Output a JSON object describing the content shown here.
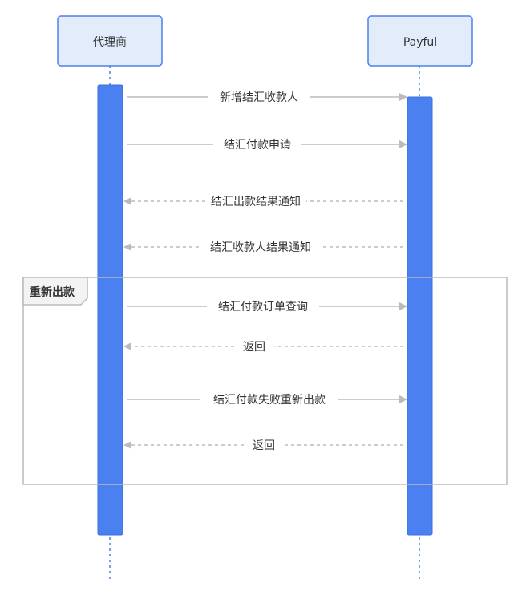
{
  "diagram": {
    "type": "sequence",
    "participants": {
      "left": "代理商",
      "right": "Payful"
    },
    "messages": [
      {
        "label": "新增结汇收款人",
        "from": "代理商",
        "to": "Payful",
        "style": "solid"
      },
      {
        "label": "结汇付款申请",
        "from": "代理商",
        "to": "Payful",
        "style": "solid"
      },
      {
        "label": "结汇出款结果通知",
        "from": "Payful",
        "to": "代理商",
        "style": "dashed"
      },
      {
        "label": "结汇收款人结果通知",
        "from": "Payful",
        "to": "代理商",
        "style": "dashed"
      },
      {
        "label": "结汇付款订单查询",
        "from": "代理商",
        "to": "Payful",
        "style": "solid"
      },
      {
        "label": "返回",
        "from": "Payful",
        "to": "代理商",
        "style": "dashed"
      },
      {
        "label": "结汇付款失败重新出款",
        "from": "代理商",
        "to": "Payful",
        "style": "solid"
      },
      {
        "label": "返回",
        "from": "Payful",
        "to": "代理商",
        "style": "dashed"
      }
    ],
    "fragment": {
      "label": "重新出款"
    },
    "colors": {
      "actor_fill": "#e3ecfb",
      "actor_stroke": "#4a80f0",
      "activation_fill": "#4a80f0",
      "arrow": "#bbbbbb",
      "frame": "#bbbbbb"
    }
  }
}
